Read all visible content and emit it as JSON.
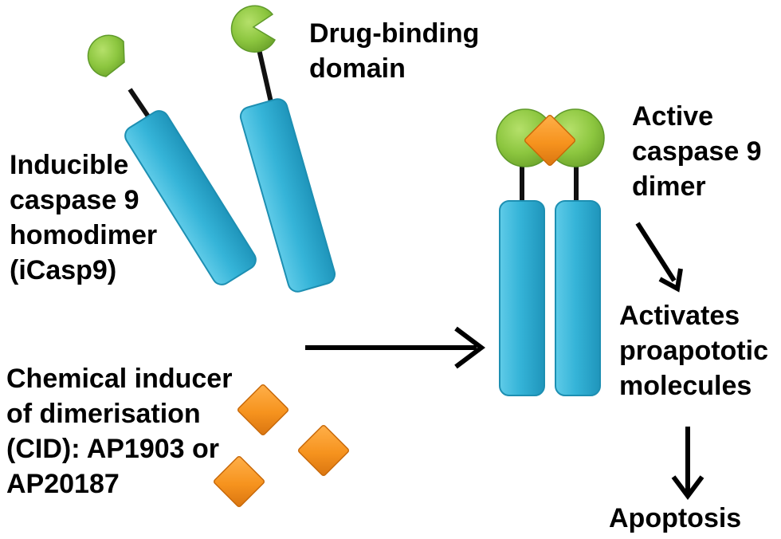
{
  "labels": {
    "drug_binding_domain": [
      "Drug-binding",
      "domain"
    ],
    "icasp9": [
      "Inducible",
      "caspase 9",
      "homodimer",
      "(iCasp9)"
    ],
    "cid": [
      "Chemical inducer",
      "of dimerisation",
      "(CID): AP1903 or",
      "AP20187"
    ],
    "active_dimer": [
      "Active",
      "caspase 9",
      "dimer"
    ],
    "activates": [
      "Activates",
      "proapototic",
      "molecules"
    ],
    "apoptosis": "Apoptosis"
  },
  "colors": {
    "bar_fill": "#35b4d8",
    "bar_edge": "#1d8fb2",
    "domain_fill": "#8cc63f",
    "domain_edge": "#5f9a2a",
    "diamond_fill": "#f6931e",
    "diamond_edge": "#c8690a",
    "linker": "#111111",
    "arrow": "#000000"
  }
}
